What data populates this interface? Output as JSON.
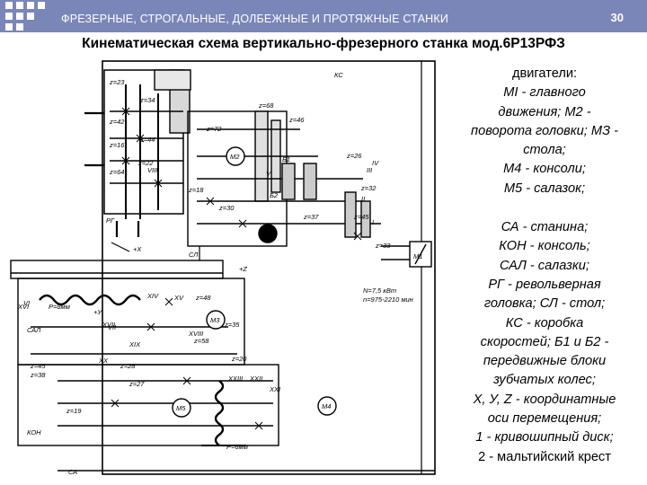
{
  "header": {
    "section_title": "ФРЕЗЕРНЫЕ, СТРОГАЛЬНЫЕ, ДОЛБЕЖНЫЕ И ПРОТЯЖНЫЕ СТАНКИ",
    "page_number": "30",
    "bar_color": "#7a86b8"
  },
  "slide": {
    "title": "Кинематическая схема вертикально-фрезерного станка мод.6Р13РФЗ"
  },
  "caption": {
    "motors_lines": [
      "двигатели:",
      "MI - главного",
      "движения; М2 -",
      "поворота головки; МЗ -",
      "стола;",
      "М4 - консоли;",
      "М5 - салазок;"
    ],
    "legend_lines": [
      "СА - станина;",
      "КОН - консоль;",
      "САЛ - салазки;",
      "РГ - револьверная",
      "головка; СЛ - стол;",
      "КС - коробка",
      "скоростей; Б1 и Б2 -",
      "передвижные блоки",
      "зубчатых колес;",
      "X, У, Z - координатные",
      "оси перемещения;",
      "1 - кривошипный диск;",
      "2 - мальтийский крест"
    ]
  },
  "scheme": {
    "labels": {
      "ks": "КС",
      "rg": "РГ",
      "sl": "СЛ",
      "sal": "САЛ",
      "kon": "КОН",
      "sa": "СА",
      "z_axis": "+Z",
      "x_axis": "+X",
      "y_axis": "+У",
      "m1": "М1",
      "m2": "М2",
      "m3": "М3",
      "m4": "М4",
      "m5": "М5",
      "b1": "Б1",
      "b2": "Б2",
      "p_sl": "Р=8мм",
      "p_kon": "Р=6мм",
      "motor_spec_1": "N=7,5 кВт",
      "motor_spec_2": "n=975-2210 мин",
      "z68": "z=68",
      "z46": "z=46",
      "z72": "z=72",
      "z26": "z=26",
      "z37": "z=37",
      "z33": "z=33",
      "z45": "z=45",
      "z58": "z=58",
      "z20": "z=20",
      "z45b": "z=45",
      "z48": "z=48",
      "z38": "z=38",
      "z28": "z=28",
      "z30": "z=30",
      "z23": "z=23",
      "z34": "z=34",
      "z16": "z=16",
      "z18": "z=18",
      "z27": "z=27",
      "z42": "z=42",
      "z64": "z=64",
      "z22": "z=22",
      "z19": "z=19",
      "z35": "z=35",
      "z44": "z=44",
      "z32": "z=32",
      "shaft_i": "I",
      "shaft_ii": "II",
      "shaft_iii": "III",
      "shaft_iv": "IV",
      "shaft_v": "V",
      "shaft_vi": "VI",
      "shaft_vii": "VII",
      "shaft_viii": "VIII",
      "shaft_xiv": "XIV",
      "shaft_xv": "XV",
      "shaft_xvi": "XVI",
      "shaft_xvii": "XVII",
      "shaft_xviii": "XVIII",
      "shaft_xix": "XIX",
      "shaft_xx": "XX",
      "shaft_xxi": "XXI",
      "shaft_xxii": "XXII",
      "shaft_xxiii": "XXIII"
    }
  }
}
